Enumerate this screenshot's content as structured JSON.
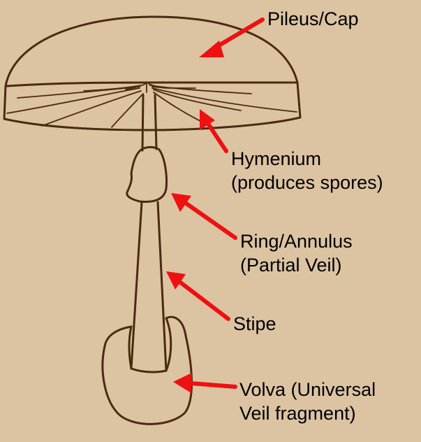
{
  "colors": {
    "background": "#dcc3a2",
    "outline": "#4a2a10",
    "arrow": "#ee1111",
    "text": "#000000"
  },
  "labels": {
    "cap": [
      "Pileus/Cap"
    ],
    "hymenium": [
      "Hymenium",
      "(produces spores)"
    ],
    "ring": [
      "Ring/Annulus",
      "(Partial Veil)"
    ],
    "stipe": [
      "Stipe"
    ],
    "volva": [
      "Volva (Universal",
      "Veil fragment)"
    ]
  }
}
